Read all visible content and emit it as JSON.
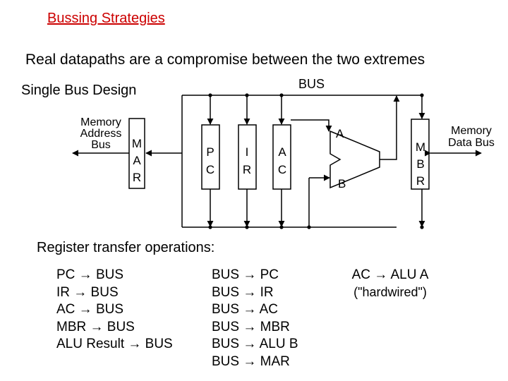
{
  "title": "Bussing Strategies",
  "subtitle": "Real datapaths are a compromise between the two extremes",
  "design_label": "Single Bus Design",
  "bus_label": "BUS",
  "memory_address_bus": [
    "Memory",
    "Address",
    "Bus"
  ],
  "memory_data_bus": [
    "Memory",
    "Data Bus"
  ],
  "registers": {
    "mar": [
      "M",
      "A",
      "R"
    ],
    "pc": [
      "P",
      "C"
    ],
    "ir": [
      "I",
      "R"
    ],
    "ac": [
      "A",
      "C"
    ],
    "mbr": [
      "M",
      "B",
      "R"
    ]
  },
  "alu_inputs": {
    "a": "A",
    "b": "B"
  },
  "rto_heading": "Register transfer operations:",
  "transfers_to_bus": [
    "PC → BUS",
    "IR → BUS",
    "AC → BUS",
    "MBR → BUS",
    "ALU Result → BUS"
  ],
  "transfers_from_bus": [
    "BUS → PC",
    "BUS → IR",
    "BUS → AC",
    "BUS → MBR",
    "BUS → ALU B",
    "BUS → MAR"
  ],
  "hardwired": [
    "AC → ALU A",
    "(\"hardwired\")"
  ],
  "colors": {
    "title": "#cc0000",
    "ink": "#000000"
  }
}
